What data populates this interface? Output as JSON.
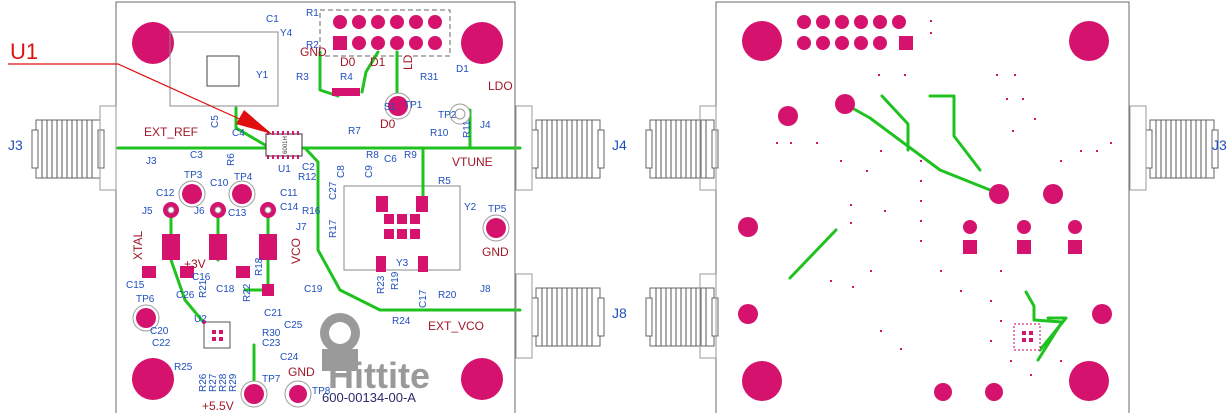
{
  "refs": {
    "c1": "C1",
    "y4": "Y4",
    "r1": "R1",
    "r2": "R2",
    "y1": "Y1",
    "r3": "R3",
    "r4": "R4",
    "r31": "R31",
    "d1": "D1",
    "c5": "C5",
    "c4": "C4",
    "c3": "C3",
    "j3_ref": "J3",
    "r6": "R6",
    "u1": "U1",
    "c2": "C2",
    "r7": "R7",
    "r8": "R8",
    "c6": "C6",
    "r9": "R9",
    "r10": "R10",
    "r11": "R11",
    "j4_ref": "J4",
    "tp2": "TP2",
    "tp1": "TP1",
    "s1": "S1",
    "tp3": "TP3",
    "tp4": "TP4",
    "c12": "C12",
    "c10": "C10",
    "c11": "C11",
    "c14": "C14",
    "c13": "C13",
    "j5": "J5",
    "j6": "J6",
    "j7": "J7",
    "r12": "R12",
    "c8": "C8",
    "c9": "C9",
    "c27": "C27",
    "r5": "R5",
    "r16": "R16",
    "r17": "R17",
    "y2": "Y2",
    "y3": "Y3",
    "tp5": "TP5",
    "c15": "C15",
    "c16": "C16",
    "r18": "R18",
    "c18": "C18",
    "r21": "R21",
    "r22": "R22",
    "c19": "C19",
    "c26": "C26",
    "tp6": "TP6",
    "r23": "R23",
    "r19": "R19",
    "c17": "C17",
    "r20": "R20",
    "j8_ref": "J8",
    "u2": "U2",
    "c21": "C21",
    "c25": "C25",
    "r24": "R24",
    "c20": "C20",
    "c22": "C22",
    "r30": "R30",
    "c23": "C23",
    "c24": "C24",
    "r25": "R25",
    "r26": "R26",
    "r27": "R27",
    "r28": "R28",
    "r29": "R29",
    "tp7": "TP7",
    "tp8": "TP8"
  },
  "signals": {
    "gnd_top": "GND",
    "d0_top": "D0",
    "d1_top": "D1",
    "ld": "LD",
    "ldo": "LDO",
    "ext_ref": "EXT_REF",
    "d0_mid": "D0",
    "vtune": "VTUNE",
    "xtal": "XTAL",
    "p3v": "+3V",
    "vco": "VCO",
    "gnd_right": "GND",
    "ext_vco": "EXT_VCO",
    "p5v": "+5.5V",
    "gnd_bottom": "GND"
  },
  "connectors": {
    "j3_left": "J3",
    "j4_mid": "J4",
    "j8_mid": "J8",
    "j3_right": "J3"
  },
  "u1_callout": "U1",
  "chip_marking": "6001H",
  "logo": {
    "name": "Hittite",
    "part_number": "600-00134-00-A"
  },
  "colors": {
    "pad": "#d5136e",
    "trace": "#1fc21f",
    "designator": "#1f4fbf",
    "signal": "#a01828",
    "callout": "#e01010",
    "outline": "#6a6a6a"
  }
}
